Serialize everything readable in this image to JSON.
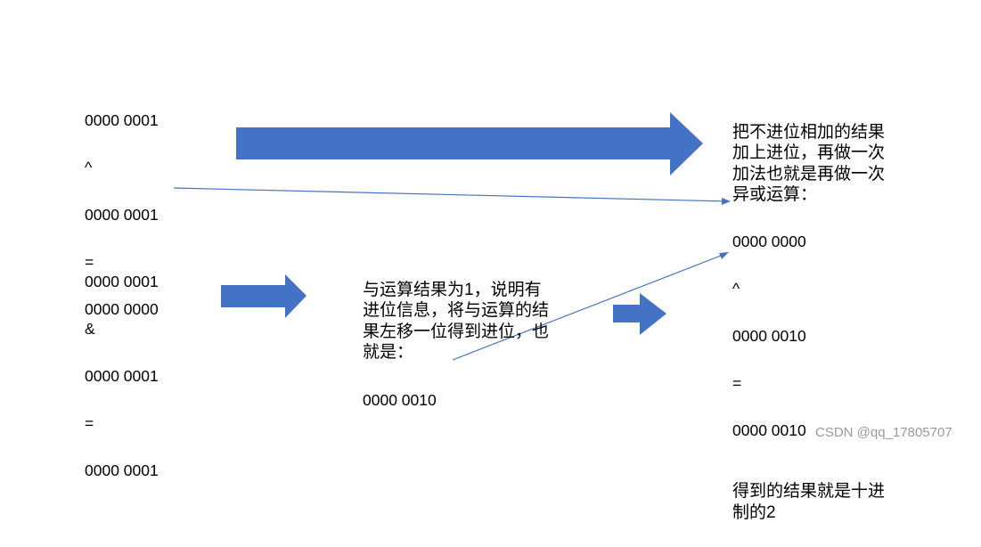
{
  "left_top_block": [
    "0000 0001",
    "^",
    "0000 0001",
    "=",
    "0000 0000"
  ],
  "left_bottom_block": [
    "0000 0001",
    "&",
    "0000 0001",
    "=",
    "0000 0001"
  ],
  "middle_text": "与运算结果为1，说明有进位信息，将与运算的结果左移一位得到进位，也就是：",
  "middle_value": "0000 0010",
  "right_intro": "把不进位相加的结果加上进位，再做一次加法也就是再做一次异或运算：",
  "right_block": [
    "0000 0000",
    "^",
    "0000 0010",
    "=",
    "0000 0010"
  ],
  "right_result": "得到的结果就是十进制的2",
  "watermark": "CSDN @qq_17805707",
  "colors": {
    "arrow_fill": "#4472C4",
    "connector": "#4472C4",
    "text": "#000000",
    "watermark": "#9a9a9a"
  }
}
